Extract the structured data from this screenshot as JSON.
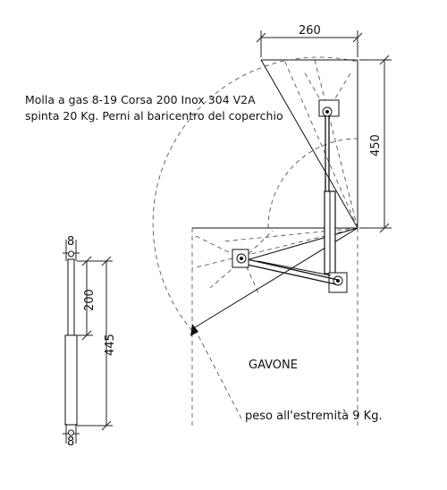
{
  "notes": {
    "line1": "Molla a gas 8-19 Corsa 200 Inox 304 V2A",
    "line2": "spinta 20 Kg. Perni al baricentro del coperchio"
  },
  "dimensions": {
    "lid_width": "260",
    "lid_height": "450",
    "spring_stroke": "200",
    "spring_length": "445",
    "eye_top": "8",
    "eye_bottom": "8"
  },
  "labels": {
    "compartment": "GAVONE",
    "load_note": "peso all'estremità 9 Kg."
  }
}
